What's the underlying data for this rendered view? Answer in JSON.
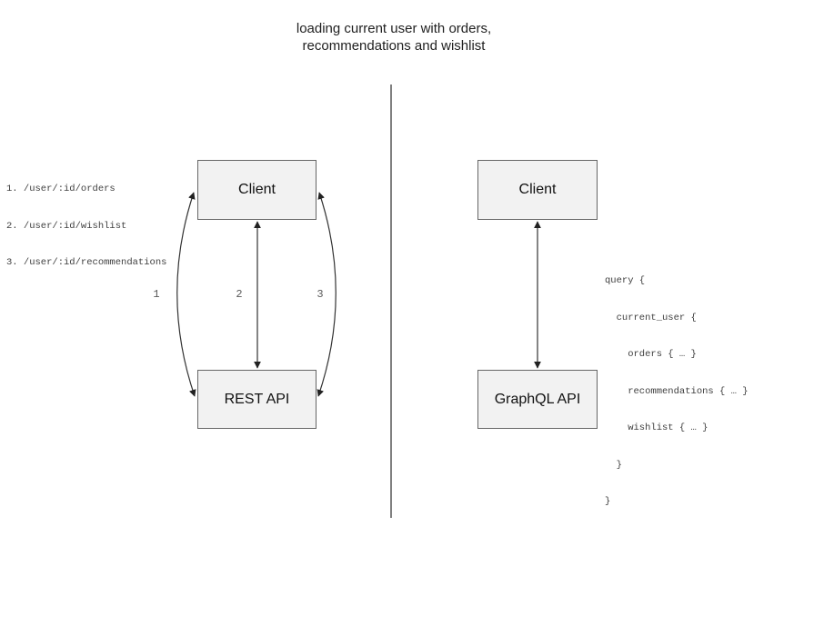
{
  "title": {
    "line1": "loading current user with orders,",
    "line2": "recommendations and wishlist"
  },
  "colors": {
    "box_fill": "#f2f2f2",
    "box_border": "#666666",
    "arrow": "#333333",
    "annotation_text": "#3f3f3f",
    "divider": "#808080"
  },
  "rest_panel": {
    "client_label": "Client",
    "api_label": "REST API",
    "arrow_labels": [
      "1",
      "2",
      "3"
    ],
    "endpoints": [
      "1. /user/:id/orders",
      "2. /user/:id/wishlist",
      "3. /user/:id/recommendations"
    ]
  },
  "graphql_panel": {
    "client_label": "Client",
    "api_label": "GraphQL API",
    "query_lines": [
      "query {",
      "  current_user {",
      "    orders { … }",
      "    recommendations { … }",
      "    wishlist { … }",
      "  }",
      "}"
    ]
  }
}
